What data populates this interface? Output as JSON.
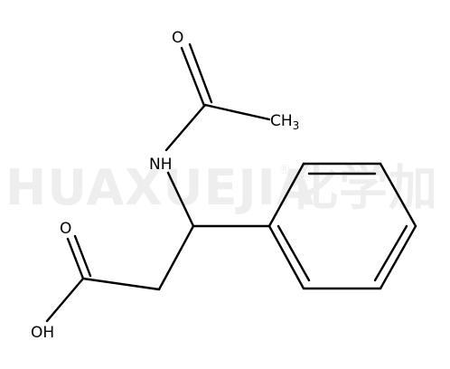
{
  "watermark": {
    "text": "HUAXUEJIA",
    "registered_mark": "®",
    "chinese": "化学加",
    "color": "#eeeeee"
  },
  "molecule": {
    "atoms": {
      "carbonyl_oxygen": "O",
      "methyl": "CH",
      "methyl_subscript": "3",
      "amide_nitrogen": "NH",
      "acid_carbonyl_oxygen": "O",
      "hydroxyl": "OH"
    },
    "bond_color": "#000000",
    "label_color": "#000000"
  }
}
